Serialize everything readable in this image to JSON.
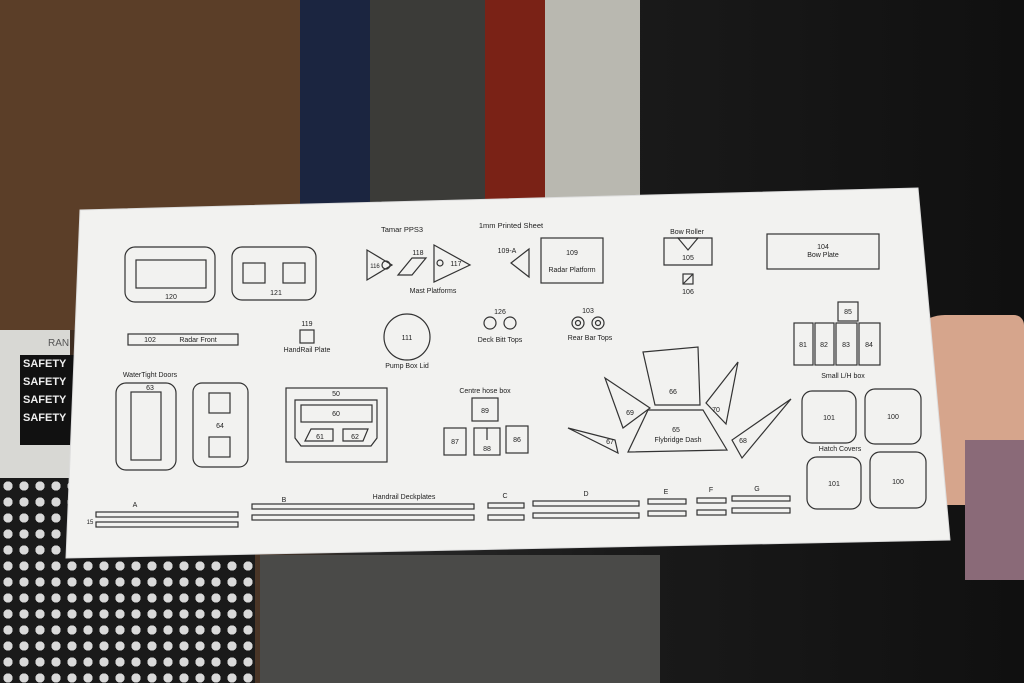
{
  "photo": {
    "safety_sign": [
      "SAFETY",
      "SAFETY",
      "SAFETY",
      "SAFETY"
    ],
    "bin_label": "RAN"
  },
  "sheet": {
    "section_titles": {
      "tamar": "Tamar PPS3",
      "printed": "1mm Printed Sheet",
      "bow_roller": "Bow Roller",
      "mast": "Mast Platforms",
      "watertight": "WaterTight Doors",
      "centre_hose": "Centre hose box",
      "handrail_deck": "Handrail Deckplates",
      "small_lh": "Small L/H box",
      "hatch": "Hatch Covers"
    },
    "parts": {
      "p120": "120",
      "p121": "121",
      "p116": "116",
      "p118": "118",
      "p117": "117",
      "p109a": "109-A",
      "p109": "109",
      "radar_platform": "Radar Platform",
      "p105": "105",
      "p106": "106",
      "p104": "104",
      "bow_plate": "Bow Plate",
      "p102": "102",
      "radar_front": "Radar Front",
      "p119": "119",
      "handrail_plate": "HandRail Plate",
      "p111": "111",
      "pump_box_lid": "Pump Box Lid",
      "p126": "126",
      "deck_bitt": "Deck Bitt Tops",
      "p103": "103",
      "rear_bar": "Rear Bar Tops",
      "p85": "85",
      "p81": "81",
      "p82": "82",
      "p83": "83",
      "p84": "84",
      "p63": "63",
      "p64": "64",
      "p50": "50",
      "p60": "60",
      "p61": "61",
      "p62": "62",
      "p89": "89",
      "p87": "87",
      "p88": "88",
      "p86": "86",
      "p66": "66",
      "p69": "69",
      "p70": "70",
      "p65": "65",
      "flybridge": "Flybridge Dash",
      "p67": "67",
      "p68": "68",
      "p101a": "101",
      "p100a": "100",
      "p101b": "101",
      "p100b": "100",
      "A": "A",
      "B": "B",
      "C": "C",
      "D": "D",
      "E": "E",
      "F": "F",
      "G": "G",
      "p15": "15"
    }
  }
}
